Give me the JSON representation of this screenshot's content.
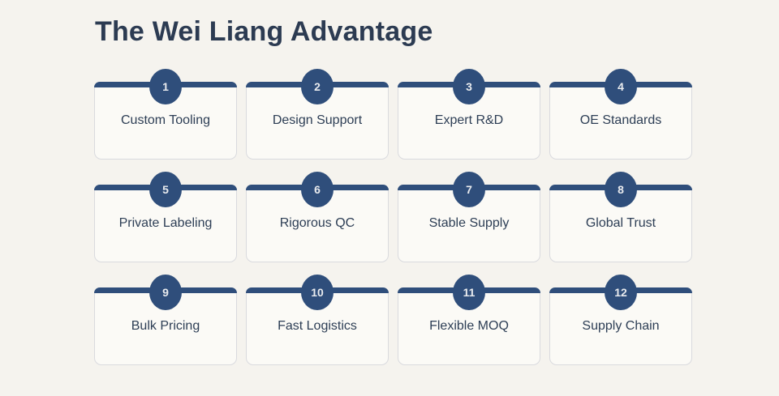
{
  "section": {
    "title": "The Wei Liang Advantage"
  },
  "theme": {
    "page_background": "#f5f3ee",
    "card_background": "#fbfaf6",
    "card_border": "#d9dade",
    "accent_navy": "#2f4e7b",
    "text_navy": "#2d3e55",
    "badge_text": "#e9ebee"
  },
  "cards": [
    {
      "number": "1",
      "label": "Custom Tooling"
    },
    {
      "number": "2",
      "label": "Design Support"
    },
    {
      "number": "3",
      "label": "Expert R&D"
    },
    {
      "number": "4",
      "label": "OE Standards"
    },
    {
      "number": "5",
      "label": "Private Labeling"
    },
    {
      "number": "6",
      "label": "Rigorous QC"
    },
    {
      "number": "7",
      "label": "Stable Supply"
    },
    {
      "number": "8",
      "label": "Global Trust"
    },
    {
      "number": "9",
      "label": "Bulk Pricing"
    },
    {
      "number": "10",
      "label": "Fast Logistics"
    },
    {
      "number": "11",
      "label": "Flexible MOQ"
    },
    {
      "number": "12",
      "label": "Supply Chain"
    }
  ]
}
